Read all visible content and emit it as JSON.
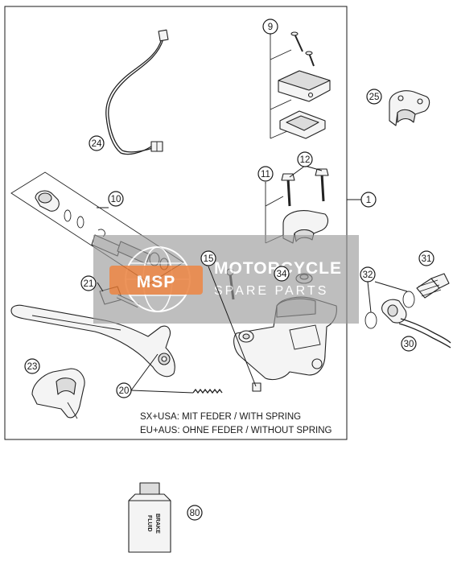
{
  "callouts": [
    {
      "label": "9"
    },
    {
      "label": "25"
    },
    {
      "label": "24"
    },
    {
      "label": "12"
    },
    {
      "label": "11"
    },
    {
      "label": "1"
    },
    {
      "label": "10"
    },
    {
      "label": "15"
    },
    {
      "label": "31"
    },
    {
      "label": "34"
    },
    {
      "label": "32"
    },
    {
      "label": "21"
    },
    {
      "label": "30"
    },
    {
      "label": "23"
    },
    {
      "label": "20"
    },
    {
      "label": "80"
    }
  ],
  "notes": {
    "line1": "SX+USA:  MIT FEDER / WITH SPRING",
    "line2": "EU+AUS:  OHNE FEDER / WITHOUT SPRING"
  },
  "watermark": {
    "logo": "MSP",
    "title": "MOTORCYCLE",
    "subtitle": "SPARE PARTS"
  },
  "bottle_label": {
    "line1": "BRAKE",
    "line2": "FLUID"
  },
  "colors": {
    "watermark_band": "#9a9a9a",
    "watermark_logo": "#e8742a",
    "line": "#1a1a1a"
  }
}
